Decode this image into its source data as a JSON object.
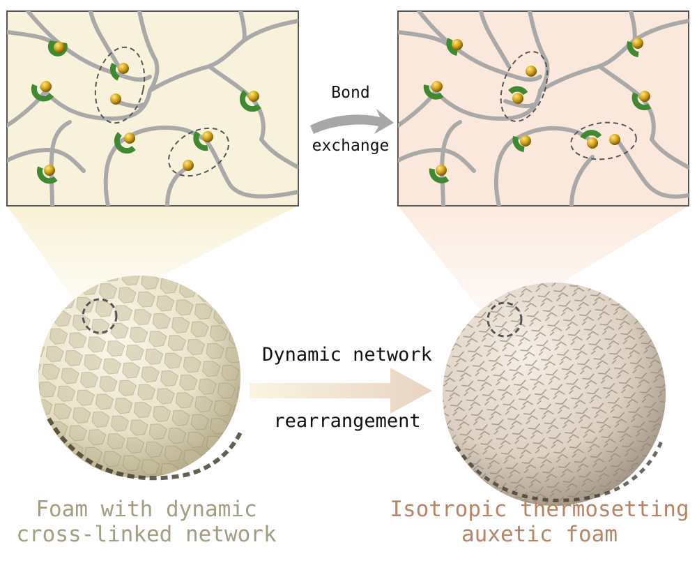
{
  "labels": {
    "bond_line1": "Bond",
    "bond_line2": "exchange",
    "dyn_line1": "Dynamic network",
    "dyn_line2": "rearrangement"
  },
  "captions": {
    "left_line1": "Foam with dynamic",
    "left_line2": "cross-linked network",
    "right_line1": "Isotropic thermosetting",
    "right_line2": "auxetic foam"
  },
  "colors": {
    "left_panel_bg": "#f8f2dc",
    "right_panel_bg": "#fbe8dc",
    "chain": "#a9a9a9",
    "ball": "#d4a418",
    "cup": "#3f8a30",
    "caption_left": "#a39d82",
    "caption_right": "#b88465"
  }
}
